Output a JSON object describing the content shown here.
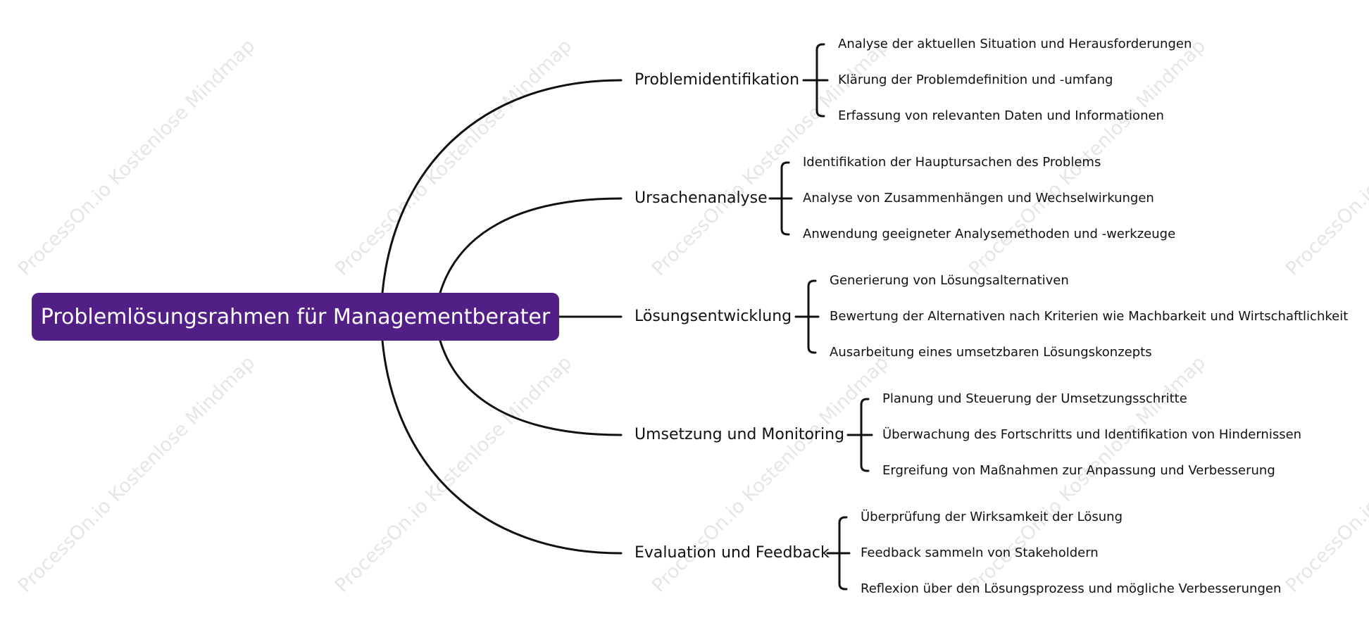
{
  "colors": {
    "root_fill": "#521f87",
    "root_text": "#ffffff",
    "line": "#111111",
    "watermark": "#e6e6e6"
  },
  "watermark_text": "ProcessOn.io Kostenlose Mindmap",
  "root": {
    "label": "Problemlösungsrahmen für Managementberater"
  },
  "branches": [
    {
      "label": "Problemidentifikation",
      "children": [
        "Analyse der aktuellen Situation und Herausforderungen",
        "Klärung der Problemdefinition und -umfang",
        "Erfassung von relevanten Daten und Informationen"
      ]
    },
    {
      "label": "Ursachenanalyse",
      "children": [
        "Identifikation der Hauptursachen des Problems",
        "Analyse von Zusammenhängen und Wechselwirkungen",
        "Anwendung geeigneter Analysemethoden und -werkzeuge"
      ]
    },
    {
      "label": "Lösungsentwicklung",
      "children": [
        "Generierung von Lösungsalternativen",
        "Bewertung der Alternativen nach Kriterien wie Machbarkeit und Wirtschaftlichkeit",
        "Ausarbeitung eines umsetzbaren Lösungskonzepts"
      ]
    },
    {
      "label": "Umsetzung und Monitoring",
      "children": [
        "Planung und Steuerung der Umsetzungsschritte",
        "Überwachung des Fortschritts und Identifikation von Hindernissen",
        "Ergreifung von Maßnahmen zur Anpassung und Verbesserung"
      ]
    },
    {
      "label": "Evaluation und Feedback",
      "children": [
        "Überprüfung der Wirksamkeit der Lösung",
        "Feedback sammeln von Stakeholdern",
        "Reflexion über den Lösungsprozess und mögliche Verbesserungen"
      ]
    }
  ]
}
